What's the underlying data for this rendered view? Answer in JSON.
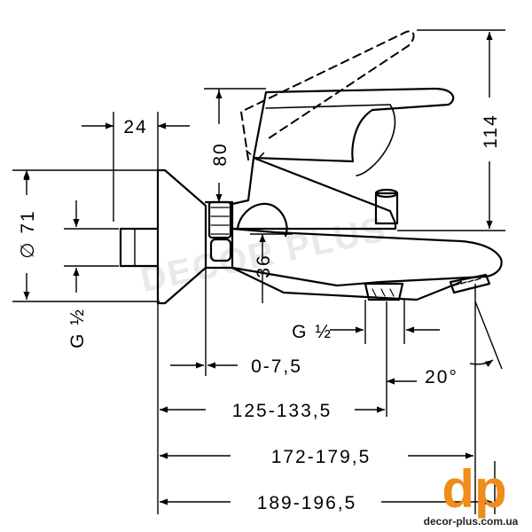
{
  "dimensions": {
    "d24": "24",
    "d80": "80",
    "d114": "114",
    "d71": "∅ 71",
    "d36": "36",
    "g_left": "G ½",
    "g_bottom": "G ½",
    "d0_7": "0-7,5",
    "angle": "20°",
    "d125": "125-133,5",
    "d172": "172-179,5",
    "d189": "189-196,5"
  },
  "watermark": {
    "text": "DECOR PLUS"
  },
  "logo": {
    "mark": "dp",
    "site": "decor-plus.com.ua",
    "brand_color": "#ef8c1a"
  }
}
